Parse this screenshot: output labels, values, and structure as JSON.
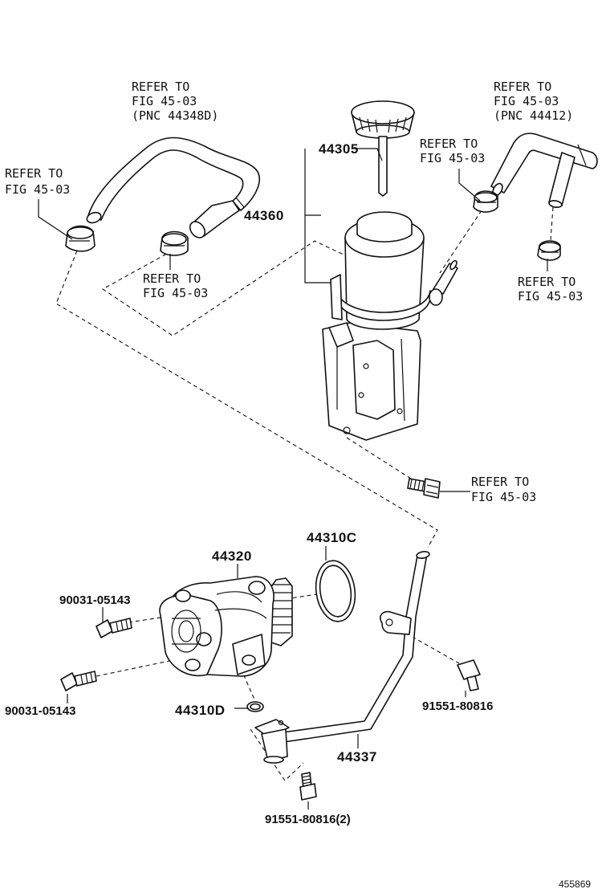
{
  "refs": {
    "hose_left": [
      "REFER TO",
      "FIG 45-03",
      "(PNC 44348D)"
    ],
    "hose_right": [
      "REFER TO",
      "FIG 45-03",
      "(PNC 44412)"
    ],
    "clamp_far_left": [
      "REFER TO",
      "FIG 45-03"
    ],
    "clamp_center_left": [
      "REFER TO",
      "FIG 45-03"
    ],
    "clamp_upper_right": [
      "REFER TO",
      "FIG 45-03"
    ],
    "clamp_far_right": [
      "REFER TO",
      "FIG 45-03"
    ],
    "bracket_bolt": [
      "REFER TO",
      "FIG 45-03"
    ]
  },
  "parts": {
    "cap": "44305",
    "reservoir": "44360",
    "pump": "44320",
    "oring_large": "44310C",
    "oring_small": "44310D",
    "pipe": "44337",
    "bolt_pump_upper": "90031-05143",
    "bolt_pump_lower": "90031-05143",
    "bolt_pipe_bracket": "91551-80816",
    "bolt_pipe_flange": "91551-80816(2)"
  },
  "figure_id": "455869"
}
